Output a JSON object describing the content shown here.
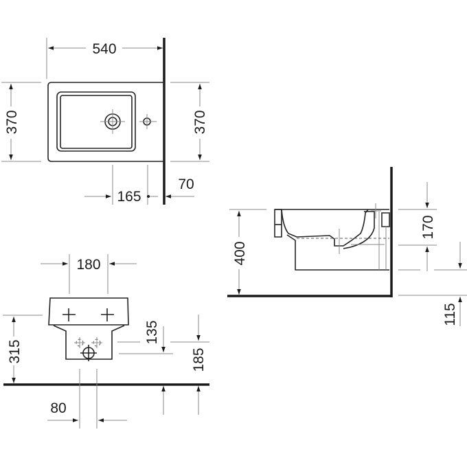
{
  "drawing": {
    "subject": "Wall-mounted bidet dimensional drawing",
    "units": "mm",
    "colors": {
      "line": "#222222",
      "dim_line": "#8a8a8a",
      "background": "#ffffff"
    }
  },
  "top_view": {
    "width_label": "540",
    "depth_left_label": "370",
    "depth_right_label": "370",
    "tap_offset_label": "165",
    "wall_offset_label": "70"
  },
  "side_view": {
    "height_label": "400",
    "bowl_depth_label": "170",
    "floor_clearance_label": "115"
  },
  "front_view": {
    "fixing_spacing_label": "180",
    "fixing_height_label": "315",
    "supply_offset_label": "135",
    "supply_height_label": "185",
    "drain_spacing_label": "80"
  }
}
